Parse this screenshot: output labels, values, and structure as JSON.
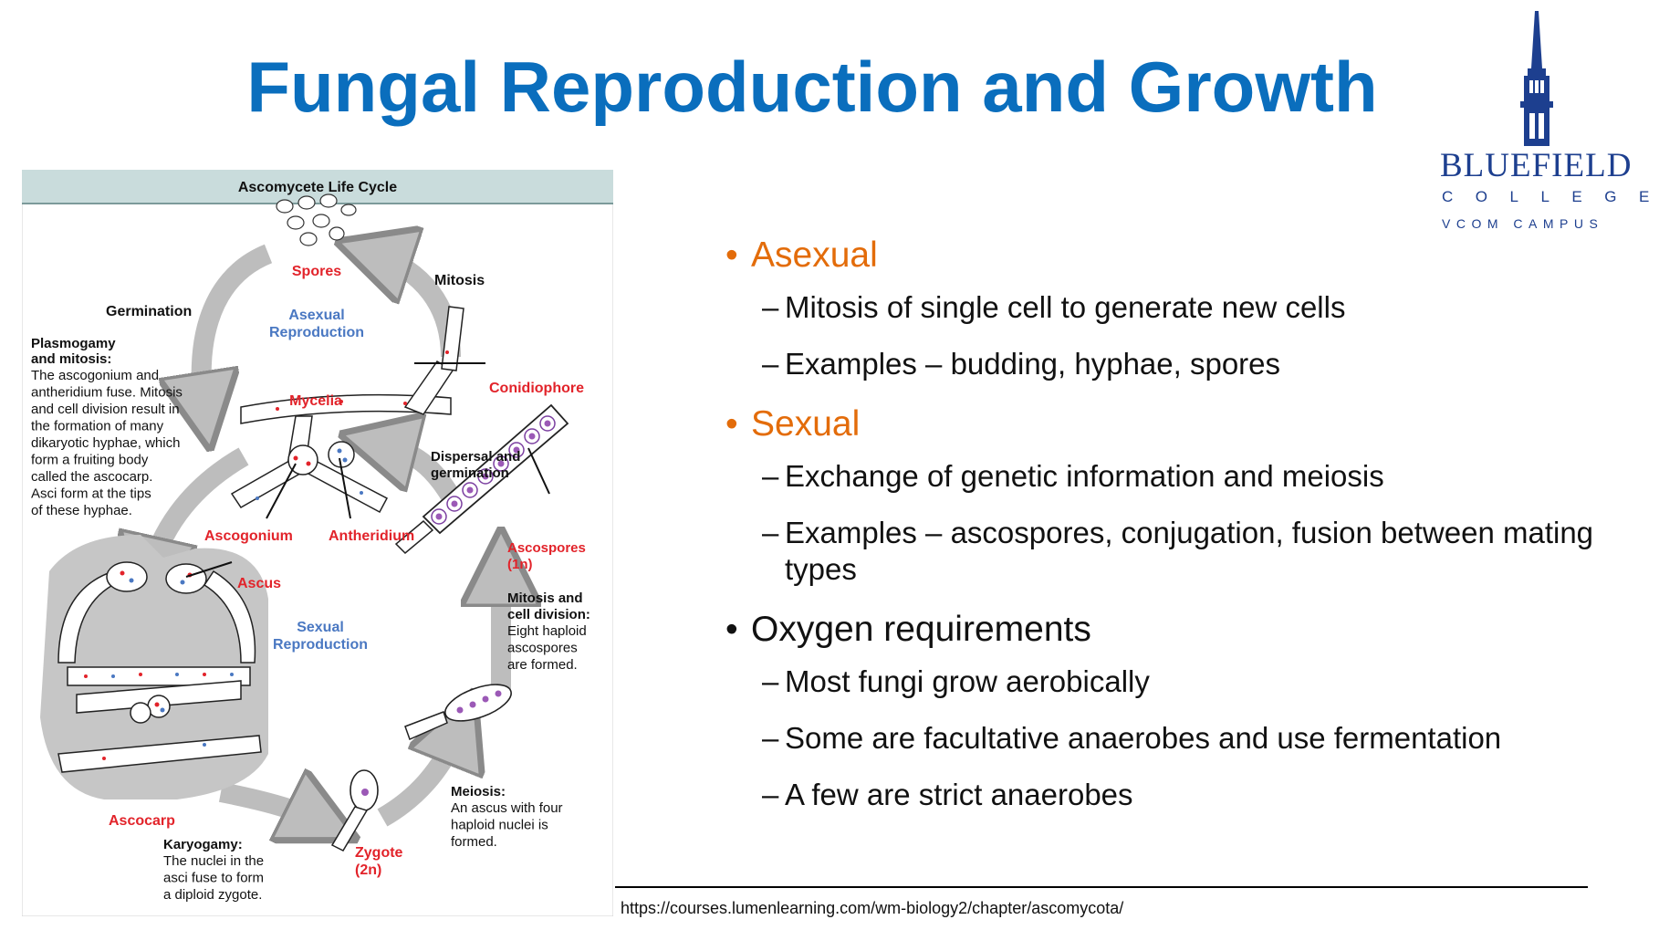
{
  "slide": {
    "title": "Fungal Reproduction and Growth",
    "source": "https://courses.lumenlearning.com/wm-biology2/chapter/ascomycota/"
  },
  "logo": {
    "line1": "BLUEFIELD",
    "line2": "COLLEGE",
    "line3": "VCOM CAMPUS",
    "color": "#1d3f8f"
  },
  "colors": {
    "title": "#0a6ebd",
    "accent_orange": "#e36c0a",
    "label_red": "#e2232a",
    "label_blue": "#4a78c2"
  },
  "bullets": [
    {
      "text": "Asexual",
      "sub": [
        "Mitosis of single cell to generate new cells",
        "Examples – budding, hyphae, spores"
      ]
    },
    {
      "text": "Sexual",
      "sub": [
        "Exchange of genetic information and meiosis",
        "Examples – ascospores, conjugation, fusion between mating types"
      ]
    },
    {
      "text": "Oxygen requirements",
      "sub": [
        "Most fungi grow aerobically",
        "Some are facultative anaerobes and use fermentation",
        "A few are strict anaerobes"
      ]
    }
  ],
  "diagram": {
    "header": "Ascomycete Life Cycle",
    "spores": "Spores",
    "mitosis": "Mitosis",
    "germination": "Germination",
    "asexual_line1": "Asexual",
    "asexual_line2": "Reproduction",
    "plasmogamy_title1": "Plasmogamy",
    "plasmogamy_title2": "and mitosis:",
    "plasmogamy_body": [
      "The ascogonium and",
      "antheridium fuse. Mitosis",
      "and cell division result in",
      "the formation of many",
      "dikaryotic hyphae, which",
      "form a fruiting body",
      "called the ascocarp.",
      "Asci form at the tips",
      "of these hyphae."
    ],
    "mycelia": "Mycelia",
    "conidiophore": "Conidiophore",
    "dispersal_line1": "Dispersal and",
    "dispersal_line2": "germination",
    "ascogonium": "Ascogonium",
    "antheridium": "Antheridium",
    "ascospores_line1": "Ascospores",
    "ascospores_line2": "(1n)",
    "ascus": "Ascus",
    "sexual_line1": "Sexual",
    "sexual_line2": "Reproduction",
    "mitosis_cd_title1": "Mitosis and",
    "mitosis_cd_title2": "cell division:",
    "mitosis_cd_body": [
      "Eight haploid",
      "ascospores",
      "are formed."
    ],
    "meiosis_title": "Meiosis:",
    "meiosis_body": [
      "An ascus with four",
      "haploid nuclei is",
      "formed."
    ],
    "ascocarp": "Ascocarp",
    "karyogamy_title": "Karyogamy:",
    "karyogamy_body": [
      "The nuclei in the",
      "asci fuse to form",
      "a diploid zygote."
    ],
    "zygote_line1": "Zygote",
    "zygote_line2": "(2n)"
  }
}
